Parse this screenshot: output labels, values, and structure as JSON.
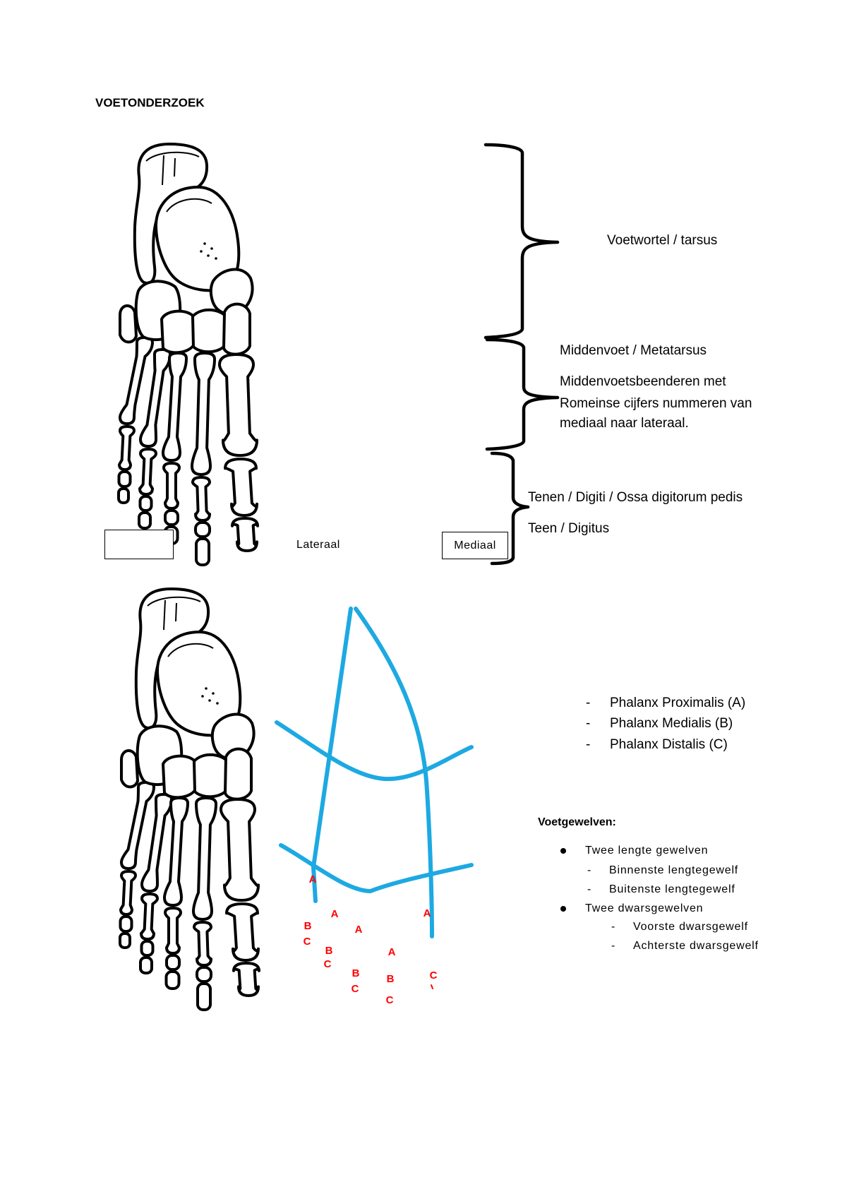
{
  "document": {
    "title": "VOETONDERZOEK"
  },
  "top_figure": {
    "lateral_label": "Lateraal",
    "medial_label": "Mediaal",
    "tarsus_label": "Voetwortel / tarsus",
    "metatarsus_label": "Middenvoet / Metatarsus",
    "metatarsus_note": [
      "Middenvoetsbeenderen met",
      "Romeinse cijfers nummeren van",
      "mediaal naar lateraal."
    ],
    "digits_label": "Tenen / Digiti / Ossa digitorum pedis",
    "digit_label": "Teen / Digitus"
  },
  "bottom_figure": {
    "phalanx_letters": [
      "A",
      "A",
      "B",
      "C",
      "A",
      "B",
      "C",
      "A",
      "B",
      "C",
      "B",
      "C",
      "A",
      "C"
    ],
    "list_dash": "-",
    "phalanx_legend": [
      "Phalanx Proximalis (A)",
      "Phalanx Medialis (B)",
      "Phalanx Distalis (C)"
    ],
    "arches_heading": "Voetgewelven:",
    "arches": [
      {
        "label": "Twee lengte gewelven",
        "sub": [
          "Binnenste lengtegewelf",
          "Buitenste lengtegewelf"
        ]
      },
      {
        "label": "Twee dwarsgewelven",
        "sub": [
          "Voorste dwarsgewelf",
          "Achterste dwarsgewelf"
        ]
      }
    ]
  },
  "colors": {
    "arch_lines": "#1da9e2",
    "phalanx_letters": "#ff0000"
  }
}
